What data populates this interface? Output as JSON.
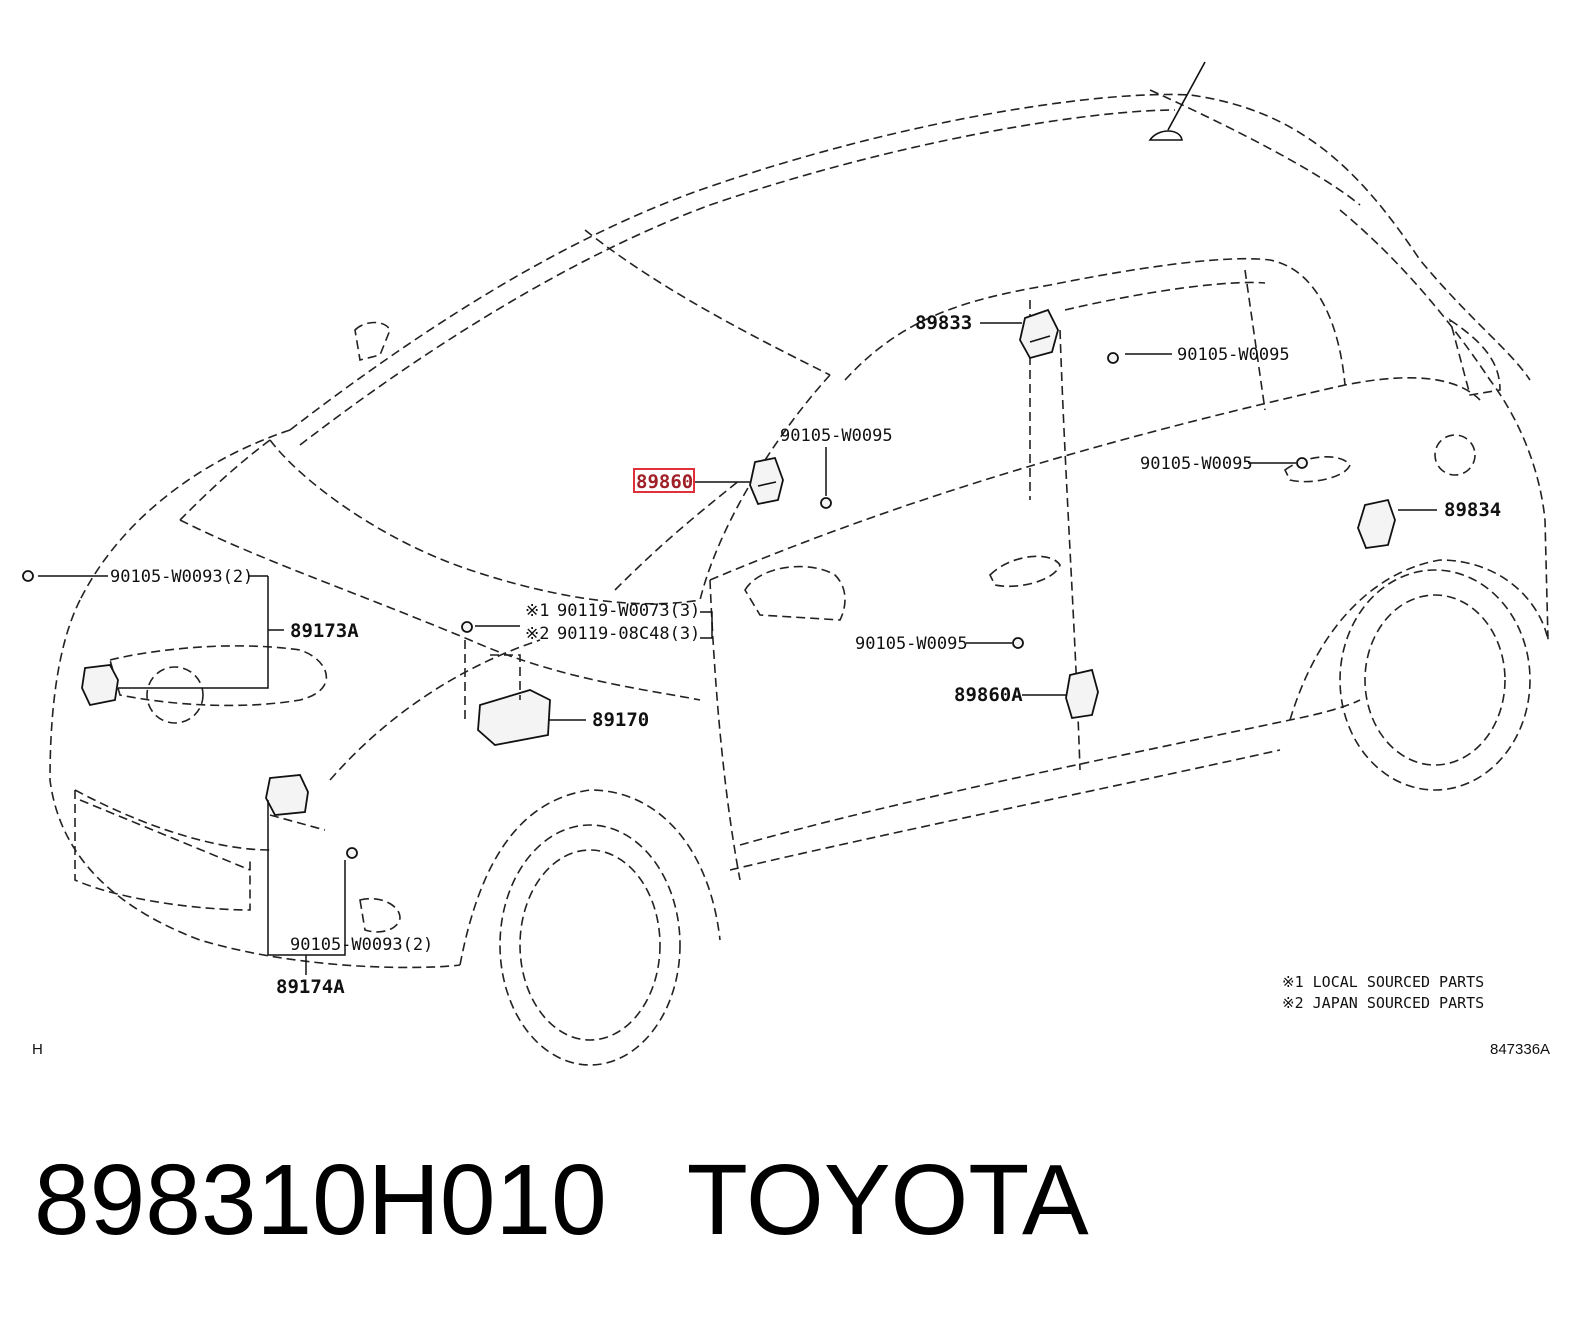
{
  "labels": {
    "p89833": "89833",
    "p89834": "89834",
    "p89860": "89860",
    "p89860A": "89860A",
    "p89170": "89170",
    "p89173A": "89173A",
    "p89174A": "89174A",
    "bolt_roof_b": "90105-W0095",
    "bolt_a_pillar": "90105-W0095",
    "bolt_rear_door": "90105-W0095",
    "bolt_front_door": "90105-W0095",
    "bolt_front_top": "90105-W0093(2)",
    "bolt_front_bottom": "90105-W0093(2)",
    "bolt_local_mark": "※1",
    "bolt_local": "90119-W0073(3)",
    "bolt_japan_mark": "※2",
    "bolt_japan": "90119-08C48(3)"
  },
  "notes": {
    "local": "※1 LOCAL SOURCED PARTS",
    "japan": "※2 JAPAN SOURCED PARTS"
  },
  "corner_left": "H",
  "figure_id": "847336A",
  "footer": {
    "part_number": "898310H010",
    "brand": "TOYOTA"
  },
  "highlight_color": "#e0303a"
}
